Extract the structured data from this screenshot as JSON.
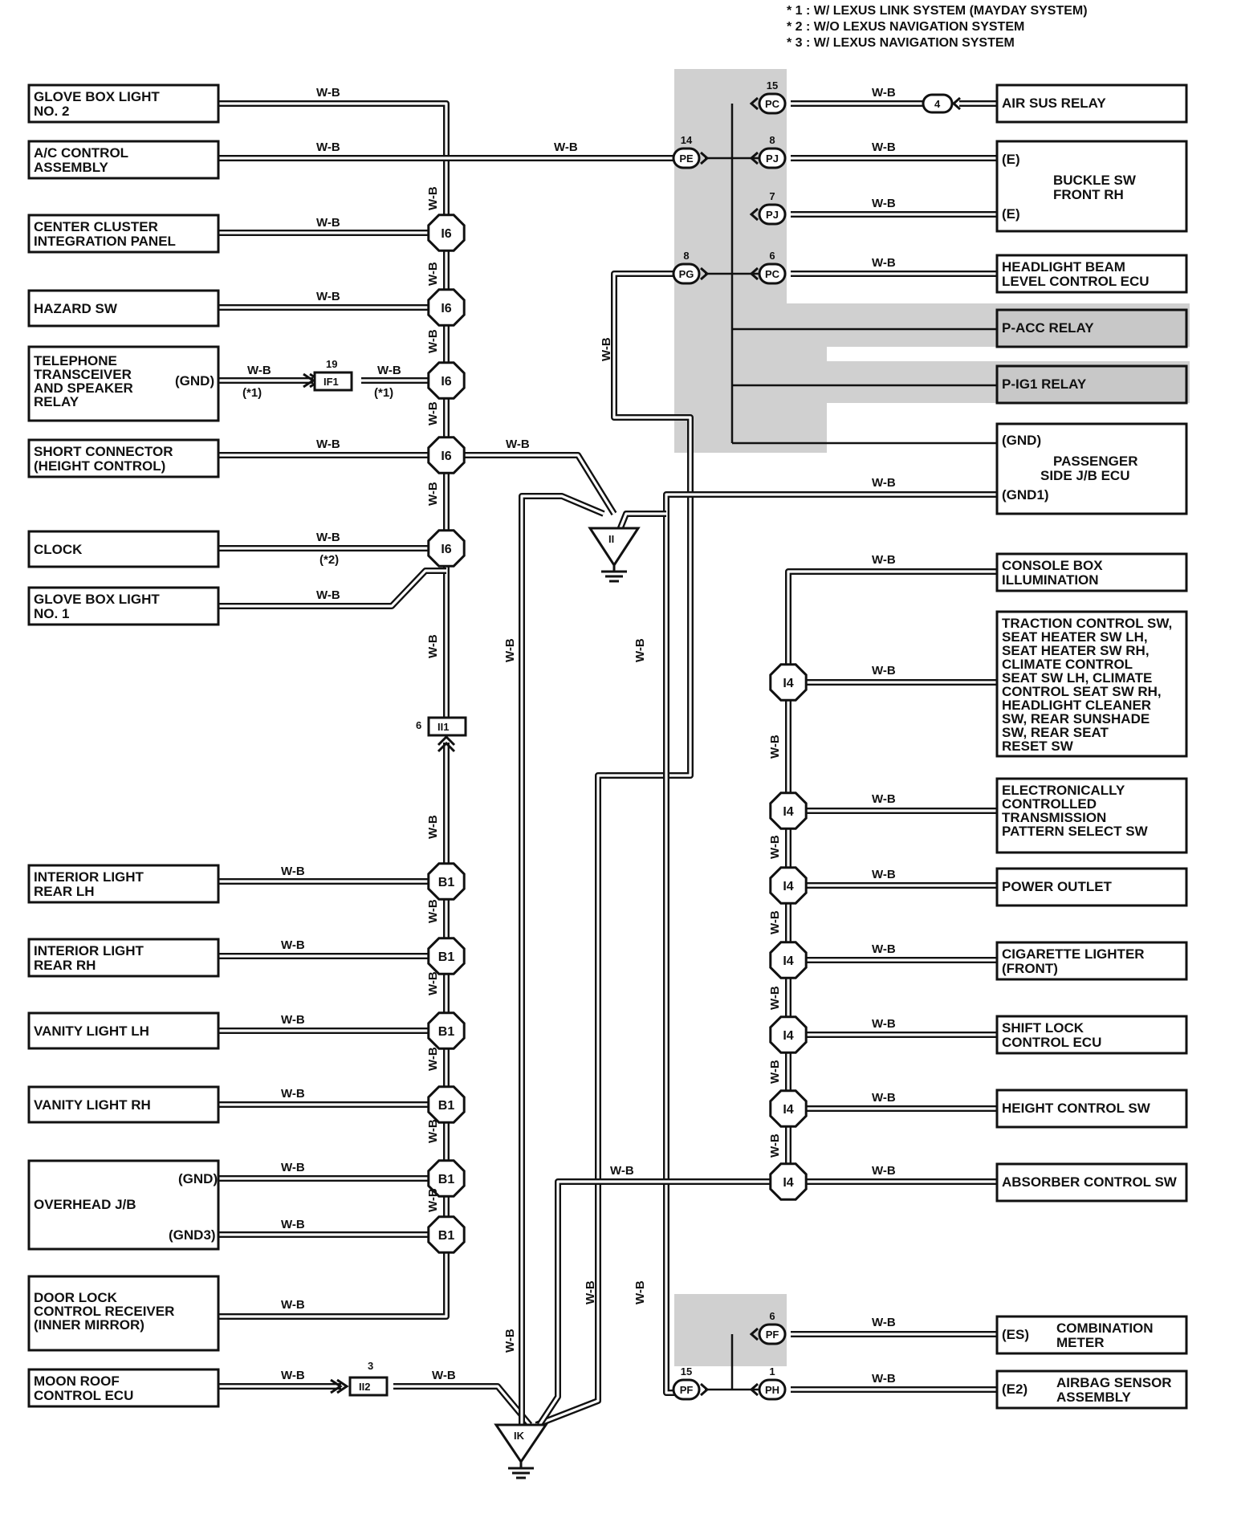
{
  "notes": [
    "* 1 : W/ LEXUS LINK SYSTEM (MAYDAY SYSTEM)",
    "* 2 : W/O LEXUS NAVIGATION SYSTEM",
    "* 3 : W/ LEXUS NAVIGATION SYSTEM"
  ],
  "wire_color": "W-B",
  "components_left": {
    "glove_box_light_no2": [
      "GLOVE BOX LIGHT",
      "NO. 2"
    ],
    "ac_control_assembly": [
      "A/C CONTROL",
      "ASSEMBLY"
    ],
    "center_cluster_panel": [
      "CENTER CLUSTER",
      "INTEGRATION PANEL"
    ],
    "hazard_sw": [
      "HAZARD SW"
    ],
    "telephone_transceiver": [
      "TELEPHONE",
      "TRANSCEIVER",
      "AND SPEAKER",
      "RELAY"
    ],
    "telephone_pin": "(GND)",
    "short_connector": [
      "SHORT CONNECTOR",
      "(HEIGHT CONTROL)"
    ],
    "clock": [
      "CLOCK"
    ],
    "glove_box_light_no1": [
      "GLOVE BOX LIGHT",
      "NO. 1"
    ],
    "interior_light_rear_lh": [
      "INTERIOR LIGHT",
      "REAR LH"
    ],
    "interior_light_rear_rh": [
      "INTERIOR LIGHT",
      "REAR RH"
    ],
    "vanity_light_lh": [
      "VANITY LIGHT LH"
    ],
    "vanity_light_rh": [
      "VANITY LIGHT RH"
    ],
    "overhead_jb": [
      "OVERHEAD J/B"
    ],
    "overhead_pin_gnd": "(GND)",
    "overhead_pin_gnd3": "(GND3)",
    "door_lock_receiver": [
      "DOOR LOCK",
      "CONTROL RECEIVER",
      "(INNER MIRROR)"
    ],
    "moon_roof_ecu": [
      "MOON ROOF",
      "CONTROL ECU"
    ]
  },
  "components_right": {
    "air_sus_relay": [
      "AIR SUS RELAY"
    ],
    "buckle_sw": [
      "BUCKLE SW",
      "FRONT RH"
    ],
    "buckle_pin_e1": "(E)",
    "buckle_pin_e2": "(E)",
    "headlight_beam_ecu": [
      "HEADLIGHT BEAM",
      "LEVEL CONTROL ECU"
    ],
    "p_acc_relay": [
      "P-ACC RELAY"
    ],
    "p_ig1_relay": [
      "P-IG1 RELAY"
    ],
    "passenger_jb_ecu": [
      "PASSENGER",
      "SIDE J/B ECU"
    ],
    "passenger_pin_gnd": "(GND)",
    "passenger_pin_gnd1": "(GND1)",
    "console_box_illum": [
      "CONSOLE BOX",
      "ILLUMINATION"
    ],
    "traction_control_sw": [
      "TRACTION CONTROL SW,",
      "SEAT HEATER SW LH,",
      "SEAT HEATER SW RH,",
      "CLIMATE CONTROL",
      "SEAT SW LH,  CLIMATE",
      "CONTROL SEAT SW RH,",
      "HEADLIGHT CLEANER",
      "SW,  REAR SUNSHADE",
      "SW,  REAR SEAT",
      "RESET SW"
    ],
    "ect_pattern_select": [
      "ELECTRONICALLY",
      "CONTROLLED",
      "TRANSMISSION",
      "PATTERN SELECT SW"
    ],
    "power_outlet": [
      "POWER OUTLET"
    ],
    "cigarette_lighter": [
      "CIGARETTE LIGHTER",
      "(FRONT)"
    ],
    "shift_lock_ecu": [
      "SHIFT LOCK",
      "CONTROL ECU"
    ],
    "height_control_sw": [
      "HEIGHT CONTROL SW"
    ],
    "absorber_control_sw": [
      "ABSORBER CONTROL SW"
    ],
    "combination_meter": [
      "COMBINATION",
      "METER"
    ],
    "combination_pin": "(ES)",
    "airbag_sensor": [
      "AIRBAG SENSOR",
      "ASSEMBLY"
    ],
    "airbag_pin": "(E2)"
  },
  "junctions": {
    "i6": "I6",
    "b1": "B1",
    "i4": "I4"
  },
  "connectors": {
    "if1": {
      "label": "IF1",
      "pin": "19"
    },
    "ii1": {
      "label": "II1",
      "pin": "6"
    },
    "ii2": {
      "label": "II2",
      "pin": "3"
    },
    "pc": {
      "label": "PC",
      "pin": "15"
    },
    "pe": {
      "label": "PE",
      "pin": "14"
    },
    "pj_8": {
      "label": "PJ",
      "pin": "8"
    },
    "pj_7": {
      "label": "PJ",
      "pin": "7"
    },
    "pg": {
      "label": "PG",
      "pin": "8"
    },
    "pc_6": {
      "label": "PC",
      "pin": "6"
    },
    "pf": {
      "label": "PF",
      "pin": "6"
    },
    "pf_15": {
      "label": "PF",
      "pin": "15"
    },
    "ph": {
      "label": "PH",
      "pin": "1"
    },
    "air_sus_pin": "4"
  },
  "grounds": {
    "ii": "II",
    "ik": "IK"
  },
  "footnote_refs": {
    "tel_left": "(*1)",
    "tel_right": "(*1)",
    "clock": "(*2)"
  }
}
